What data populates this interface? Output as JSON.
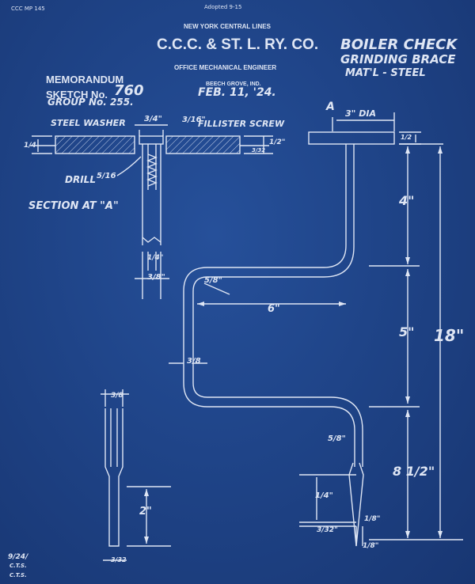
{
  "header": {
    "form_no": "CCC MP 145",
    "adopted": "Adopted 9-15",
    "railroad": "NEW YORK CENTRAL LINES",
    "company": "C.C.C. & ST. L. RY. CO.",
    "office": "OFFICE MECHANICAL ENGINEER",
    "location": "BEECH GROVE, IND.",
    "date": "FEB. 11, '24."
  },
  "memo": {
    "heading": "MEMORANDUM",
    "sketch_label": "SKETCH No.",
    "sketch_no": "760",
    "group": "GROUP No. 255."
  },
  "title": {
    "line1": "BOILER CHECK",
    "line2": "GRINDING BRACE",
    "line3": "MAT'L - STEEL"
  },
  "section": {
    "washer": "STEEL WASHER",
    "screw": "FILLISTER SCREW",
    "drill": "DRILL",
    "caption": "SECTION AT \"A\""
  },
  "dims": {
    "washer_w": "3/4\"",
    "screw_d": "3/16\"",
    "side": "1/4",
    "thick": "1/2\"",
    "thick2": "3/32",
    "drill": "5/16",
    "shank": "3/8\"",
    "stem": "1/4\"",
    "a": "A",
    "head_dia": "3\" DIA",
    "head_t": "1/2",
    "top": "4\"",
    "radius": "5/8\"",
    "width": "6\"",
    "rod": "3/8",
    "mid": "5\"",
    "total": "18\"",
    "bottom": "8 1/2\"",
    "radius2": "5/8\"",
    "taper": "1/4\"",
    "tip_w": "1/8\"",
    "tip_t": "3/32\"",
    "tip_end": "1/8\"",
    "blade_top": "3/8",
    "blade_len": "2\"",
    "blade_tip": "3/32"
  },
  "notes": {
    "n1": "9/24/",
    "n2": "C.T.S.",
    "n3": "C.T.S."
  }
}
